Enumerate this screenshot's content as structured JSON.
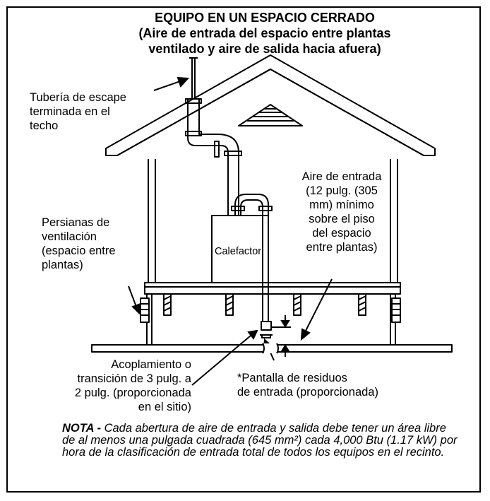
{
  "title": "EQUIPO EN UN ESPACIO CERRADO\n(Aire de entrada del espacio entre plantas\nventilado y aire de salida hacia afuera)",
  "labels": {
    "exhaust": "Tubería de escape\nterminada en el\ntecho",
    "louvers": "Persianas de\nventilación\n(espacio entre\nplantas)",
    "furnace": "Calefactor",
    "inlet": "Aire de entrada\n(12 pulg. (305\nmm) mínimo\nsobre el piso\ndel espacio\nentre plantas)",
    "coupling": "Acoplamiento o\ntransición de 3 pulg. a\n2 pulg. (proporcionada\nen el sitio)",
    "screen": "*Pantalla de residuos\nde entrada (proporcionada)"
  },
  "note": {
    "prefix": "NOTA - ",
    "body": "Cada abertura de aire de entrada y salida debe tener un área libre de al menos una pulgada cuadrada (645 mm²) cada 4,000 Btu (1.17 kW) por hora de la clasificación de entrada total de todos los equipos en el recinto."
  }
}
